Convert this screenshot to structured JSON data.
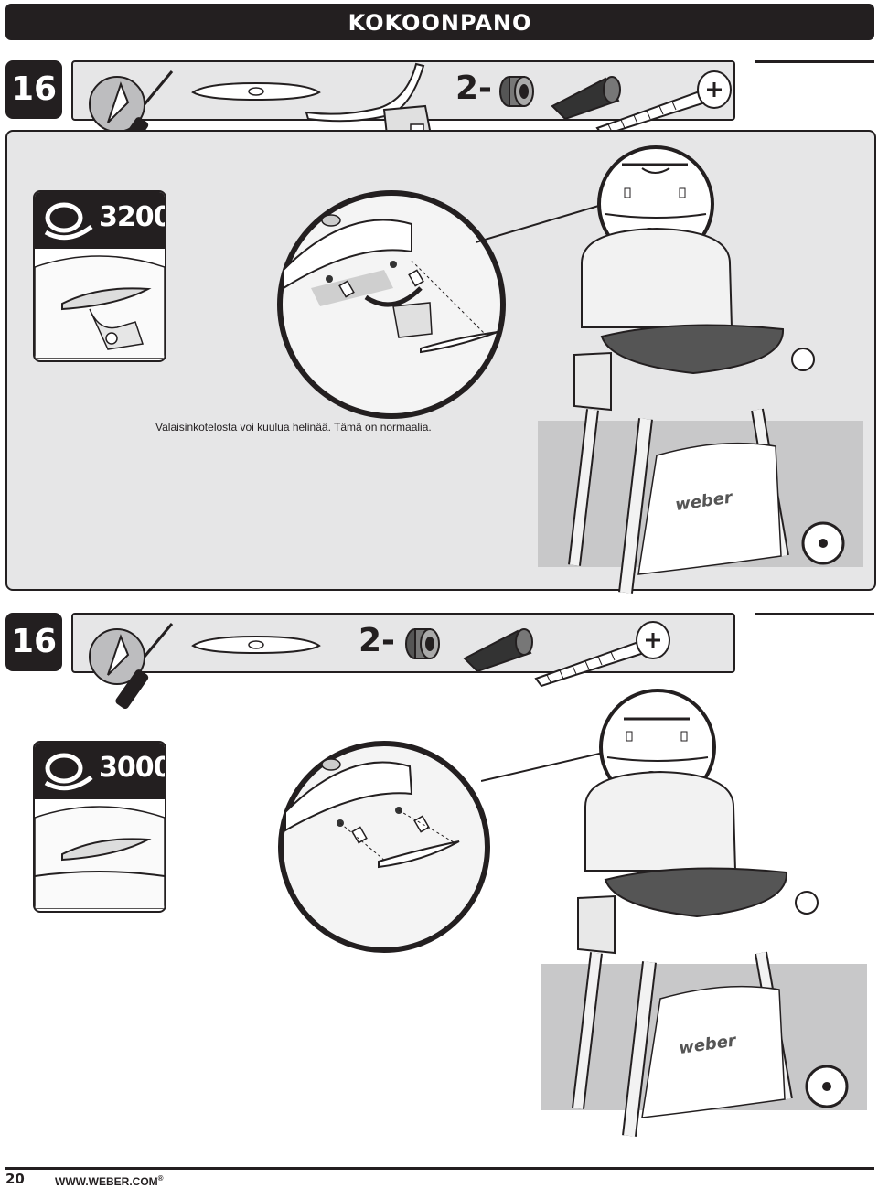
{
  "header": {
    "title": "KOKOONPANO"
  },
  "step1": {
    "number": "16",
    "quantity": "2-",
    "model": "3200",
    "note": "Valaisinkotelosta voi kuulua helinää. Tämä on normaalia."
  },
  "step2": {
    "number": "16",
    "quantity": "2-",
    "model": "3000"
  },
  "footer": {
    "page": "20",
    "url": "WWW.WEBER.COM",
    "reg": "®"
  },
  "colors": {
    "dark": "#231f20",
    "panel": "#e6e6e7",
    "shadow": "#c8c8c9"
  }
}
